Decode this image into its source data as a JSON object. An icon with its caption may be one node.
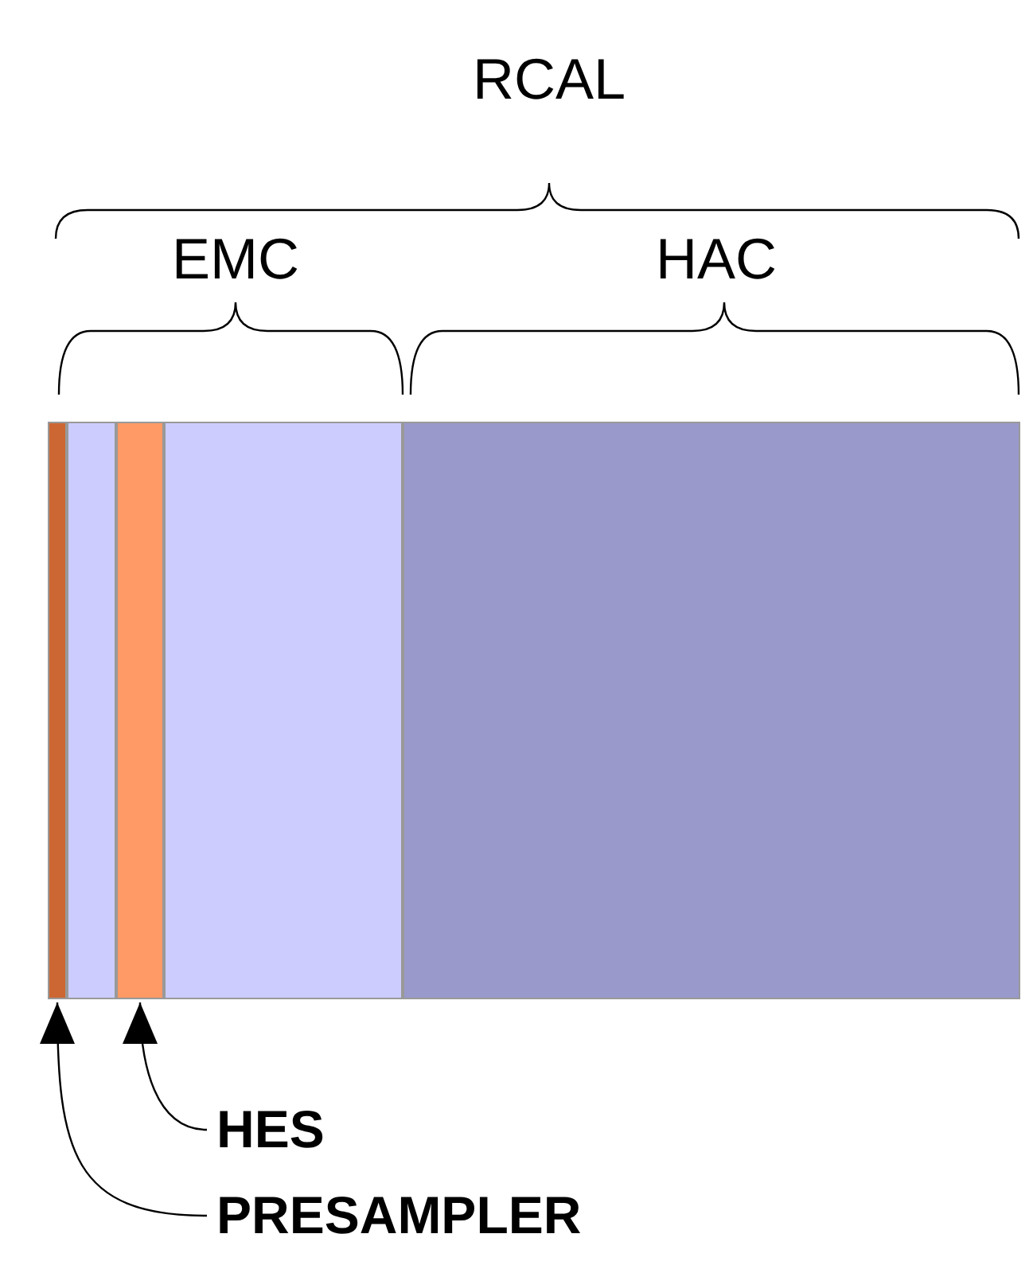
{
  "diagram": {
    "nodes": [
      {
        "text": [
          "HES"
        ]
      },
      {
        "text": [
          "PRESAMPLER"
        ]
      },
      {
        "text": [],
        "shape": "bar"
      },
      {
        "text": [],
        "shape": "bar"
      },
      {
        "text": [],
        "shape": "bar"
      },
      {
        "text": [],
        "shape": "bar"
      },
      {
        "text": [],
        "shape": "bar"
      }
    ],
    "edges": [
      {
        "from": 0,
        "to": 4,
        "arrow": "to"
      },
      {
        "from": 1,
        "to": 2,
        "arrow": "to"
      }
    ],
    "labels": [
      "RCAL",
      "EMC",
      "HAC"
    ]
  }
}
